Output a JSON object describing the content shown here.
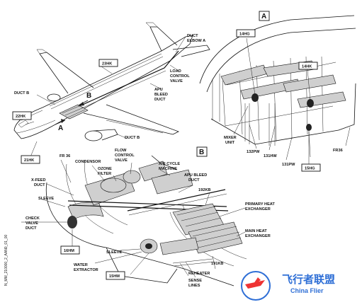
{
  "view_markers": {
    "a": "A",
    "b": "B"
  },
  "aircraft": {
    "labels": {
      "duct_elbow_line1": "DUCT",
      "duct_elbow_line2": "ELBOW A",
      "load_control_line1": "LOAD",
      "load_control_line2": "CONTROL",
      "load_control_line3": "VALVE",
      "apu_bleed_line1": "APU",
      "apu_bleed_line2": "BLEED",
      "apu_bleed_line3": "DUCT",
      "duct_b_left": "DUCT B",
      "duct_b_bottom": "DUCT B",
      "arrow_a": "A",
      "arrow_b": "B"
    },
    "zones": {
      "z23hk": "23HK",
      "z22hk": "22HK",
      "z21hk": "21HK"
    }
  },
  "detail_a": {
    "zones": {
      "z14hg": "14HG",
      "z14hk": "14HK",
      "z15hg": "15HG"
    },
    "labels": {
      "mixer_line1": "MIXER",
      "mixer_line2": "UNIT",
      "p132pw": "132PW",
      "p131hw": "131HW",
      "p131pw": "131PW",
      "fr36": "FR36"
    }
  },
  "detail_b": {
    "labels": {
      "fr36": "FR 36",
      "condensor": "CONDENSOR",
      "flow_line1": "FLOW",
      "flow_line2": "CONTROL",
      "flow_line3": "VALVE",
      "acm_line1": "AIR CYCLE",
      "acm_line2": "MACHINE",
      "xfeed_line1": "X-FEED",
      "xfeed_line2": "DUCT",
      "ozone_line1": "OZONE",
      "ozone_line2": "FILTER",
      "apu_line1": "APU BLEED",
      "apu_line2": "DUCT",
      "p192kb": "192KB",
      "sleeve_top": "SLEEVE",
      "check_line1": "CHECK",
      "check_line2": "VALVE",
      "check_line3": "DUCT",
      "phx_line1": "PRIMARY HEAT",
      "phx_line2": "EXCHANGER",
      "mhx_line1": "MAIN HEAT",
      "mhx_line2": "EXCHANGER",
      "sleeve_bottom": "SLEEVE",
      "water_line1": "WATER",
      "water_line2": "EXTRACTOR",
      "p191kb": "191KB",
      "reheater": "REHEATER",
      "sense_line1": "SENSE",
      "sense_line2": "LINES"
    },
    "zones": {
      "z16hm": "16HM",
      "z15hm": "15HM"
    }
  },
  "side_code": "N_MM_210000_2_AAN0_01_00",
  "watermark": {
    "cn": "飞行者联盟",
    "en": "China Flier"
  }
}
